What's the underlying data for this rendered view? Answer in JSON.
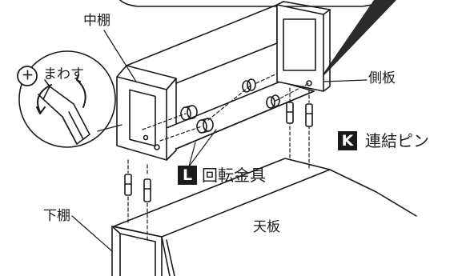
{
  "labels": {
    "middle_shelf": "中棚",
    "rotate": "まわす",
    "rotate_glyph": "＋",
    "side_panel": "側板",
    "connecting_pin_letter": "K",
    "connecting_pin": "連結ピン",
    "rotary_fitting_letter": "L",
    "rotary_fitting": "回転金具",
    "bottom_shelf": "下棚",
    "top_board": "天板"
  },
  "colors": {
    "line": "#1a1a1a",
    "panel_shade": "#2b2b2b",
    "badge_bg": "#1a1a1a",
    "badge_text": "#ffffff",
    "background": "#ffffff"
  },
  "icons": [
    "screwdriver-icon",
    "rotate-arrow-icon",
    "plus-circle-icon"
  ]
}
